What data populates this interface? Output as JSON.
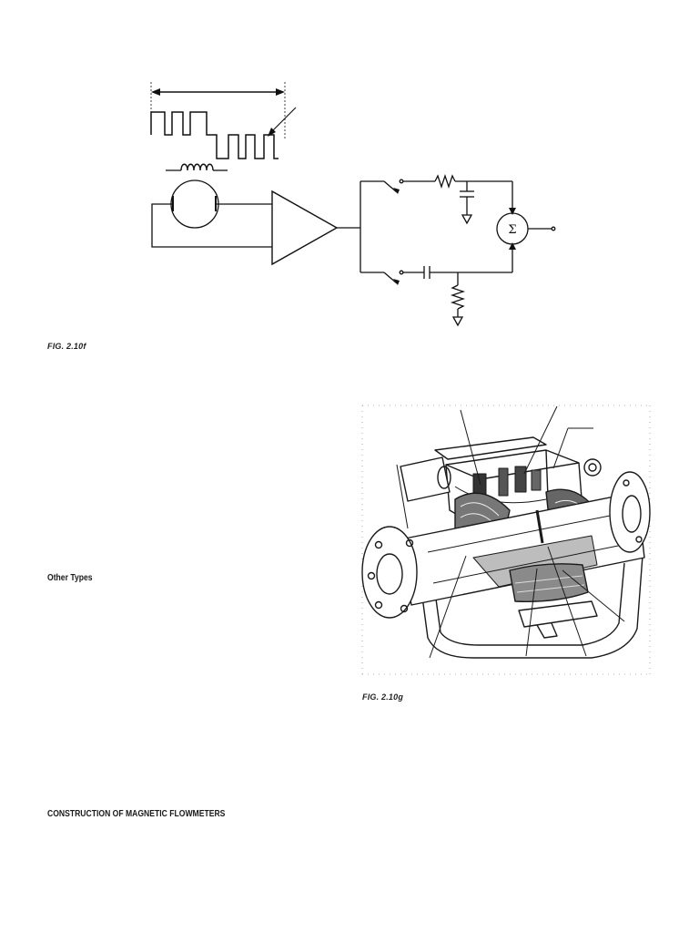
{
  "figures": {
    "fig_f": {
      "caption": "FIG. 2.10f",
      "summing_symbol": "Σ"
    },
    "fig_g": {
      "caption": "FIG. 2.10g"
    }
  },
  "sections": {
    "other_types": "Other Types",
    "construction": "CONSTRUCTION OF MAGNETIC FLOWMETERS"
  }
}
